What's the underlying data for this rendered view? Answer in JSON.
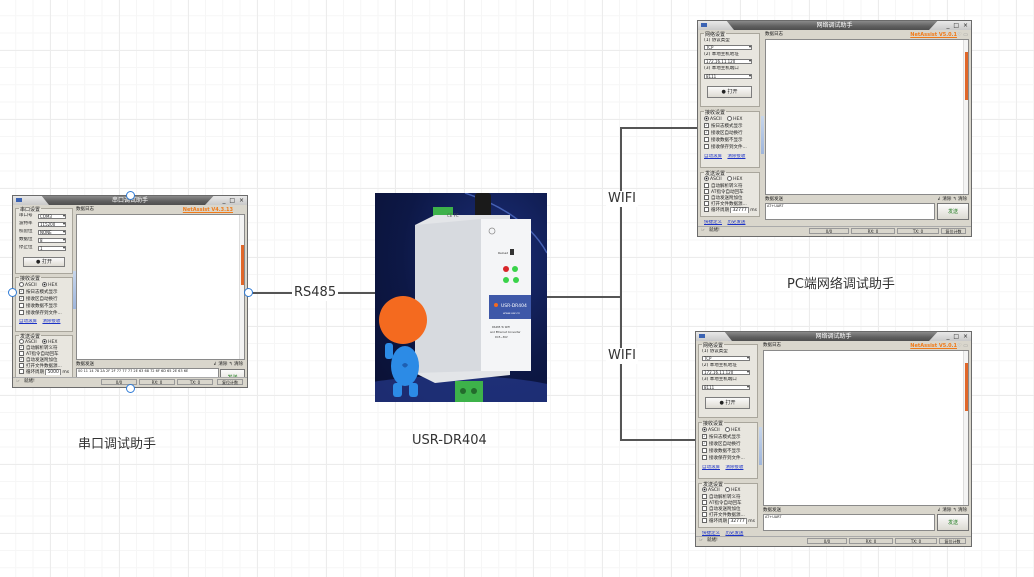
{
  "diagram": {
    "connections": {
      "rs485_label": "RS485",
      "wifi_top_label": "WIFI",
      "wifi_bottom_label": "WIFI"
    },
    "captions": {
      "serial_tool": "串口调试助手",
      "device": "USR-DR404",
      "pc_tool": "PC端网络调试助手"
    }
  },
  "serial_window": {
    "title": "串口调试助手",
    "brand": "NetAssist V4.3.13",
    "port_settings": {
      "group_title": "串口设置",
      "fields": [
        {
          "label": "串口号",
          "value": "COM3"
        },
        {
          "label": "波特率",
          "value": "115200"
        },
        {
          "label": "校验位",
          "value": "NONE"
        },
        {
          "label": "数据位",
          "value": "8"
        },
        {
          "label": "停止位",
          "value": "1"
        }
      ],
      "open_button": "打开"
    },
    "recv_settings": {
      "group_title": "接收设置",
      "mode_ascii": "ASCII",
      "mode_hex": "HEX",
      "mode_selected": "HEX",
      "options": [
        {
          "label": "按日志模式显示",
          "checked": true
        },
        {
          "label": "接收区自动换行",
          "checked": true
        },
        {
          "label": "接收数据不显示",
          "checked": false
        },
        {
          "label": "接收保存到文件...",
          "checked": false
        }
      ],
      "links": [
        "自动滚屏",
        "清除接收"
      ]
    },
    "send_settings": {
      "group_title": "发送设置",
      "mode_ascii": "ASCII",
      "mode_hex": "HEX",
      "mode_selected": "HEX",
      "options": [
        {
          "label": "自动解析转义符",
          "checked": true
        },
        {
          "label": "AT指令自动回车",
          "checked": false
        },
        {
          "label": "自动发送附加位",
          "checked": true
        },
        {
          "label": "打开文件数据源...",
          "checked": false
        },
        {
          "label": "循环周期",
          "checked": false,
          "value": "5000",
          "unit": "ms"
        }
      ],
      "links": [
        "快捷定义",
        "历史发送"
      ]
    },
    "recv_header": "数据日志",
    "send_header": "数据发送",
    "send_tools": [
      "清除",
      "清除"
    ],
    "send_text": "00 11 14 78 2A 2F 2F 77 77 77 2E 63 68 72 6F 6D 65 2E 63 6E",
    "send_button": "发送",
    "status": {
      "state": "就绪!",
      "ratio": "0/0",
      "rx": "RX: 0",
      "tx": "TX: 0",
      "reset": "复位计数"
    }
  },
  "pc_windows": [
    {
      "title": "网络调试助手",
      "brand": "NetAssist V5.0.1",
      "net_settings": {
        "group_title": "网络设置",
        "protocol_label": "(1) 协议类型",
        "protocol_value": "TCP",
        "host_label": "(2) 本地主机地址",
        "host_value": "172.16.11.120",
        "port_label": "(3) 本地主机端口",
        "port_value": "8111",
        "open_button": "打开"
      },
      "recv_settings": {
        "group_title": "接收设置",
        "mode_ascii": "ASCII",
        "mode_hex": "HEX",
        "mode_selected": "ASCII",
        "options": [
          {
            "label": "按日志模式显示",
            "checked": true
          },
          {
            "label": "接收区自动换行",
            "checked": true
          },
          {
            "label": "接收数据不显示",
            "checked": false
          },
          {
            "label": "接收保存到文件...",
            "checked": false
          }
        ],
        "links": [
          "自动滚屏",
          "清除接收"
        ]
      },
      "send_settings": {
        "group_title": "发送设置",
        "mode_ascii": "ASCII",
        "mode_hex": "HEX",
        "mode_selected": "ASCII",
        "options": [
          {
            "label": "自动解析转义符",
            "checked": false
          },
          {
            "label": "AT指令自动回车",
            "checked": false
          },
          {
            "label": "自动发送附加位",
            "checked": false
          },
          {
            "label": "打开文件数据源...",
            "checked": false
          },
          {
            "label": "循环周期",
            "checked": false,
            "value": "32777",
            "unit": "ms"
          }
        ],
        "links": [
          "快捷定义",
          "历史发送"
        ]
      },
      "recv_header": "数据日志",
      "send_header": "数据发送",
      "send_tools": [
        "清除",
        "清除"
      ],
      "send_text": "AT+UART",
      "send_button": "发送",
      "status": {
        "state": "就绪!",
        "ratio": "0/0",
        "rx": "RX: 0",
        "tx": "TX: 0",
        "reset": "复位计数"
      }
    },
    {
      "title": "网络调试助手",
      "brand": "NetAssist V5.0.1",
      "net_settings": {
        "group_title": "网络设置",
        "protocol_label": "(1) 协议类型",
        "protocol_value": "TCP",
        "host_label": "(2) 本地主机地址",
        "host_value": "172.16.11.120",
        "port_label": "(3) 本地主机端口",
        "port_value": "8111",
        "open_button": "打开"
      },
      "recv_settings": {
        "group_title": "接收设置",
        "mode_ascii": "ASCII",
        "mode_hex": "HEX",
        "mode_selected": "ASCII",
        "options": [
          {
            "label": "按日志模式显示",
            "checked": true
          },
          {
            "label": "接收区自动换行",
            "checked": true
          },
          {
            "label": "接收数据不显示",
            "checked": false
          },
          {
            "label": "接收保存到文件...",
            "checked": false
          }
        ],
        "links": [
          "自动滚屏",
          "清除接收"
        ]
      },
      "send_settings": {
        "group_title": "发送设置",
        "mode_ascii": "ASCII",
        "mode_hex": "HEX",
        "mode_selected": "ASCII",
        "options": [
          {
            "label": "自动解析转义符",
            "checked": false
          },
          {
            "label": "AT指令自动回车",
            "checked": false
          },
          {
            "label": "自动发送附加位",
            "checked": false
          },
          {
            "label": "打开文件数据源...",
            "checked": false
          },
          {
            "label": "循环周期",
            "checked": false,
            "value": "32777",
            "unit": "ms"
          }
        ],
        "links": [
          "快捷定义",
          "历史发送"
        ]
      },
      "recv_header": "数据日志",
      "send_header": "数据发送",
      "send_tools": [
        "清除",
        "清除"
      ],
      "send_text": "AT+UART",
      "send_button": "发送",
      "status": {
        "state": "就绪!",
        "ratio": "0/0",
        "rx": "RX: 0",
        "tx": "TX: 0",
        "reset": "复位计数"
      }
    }
  ],
  "device_image": {
    "product_label": "USR-DR404",
    "website": "www.usr.cn",
    "description": "RS485 To WiFi and Ethernet Converter",
    "power": "DC5~36V",
    "led_labels": [
      "Work",
      "Link",
      "Tx",
      "Rx"
    ],
    "button_label": "Reload",
    "colors": {
      "led_red": "#d8262a",
      "led_green": "#39d34a",
      "terminal_green": "#3db24a",
      "mascot_orange": "#f46a1f",
      "mascot_blue": "#2c8be6",
      "background_navy": "#0d1846"
    }
  }
}
